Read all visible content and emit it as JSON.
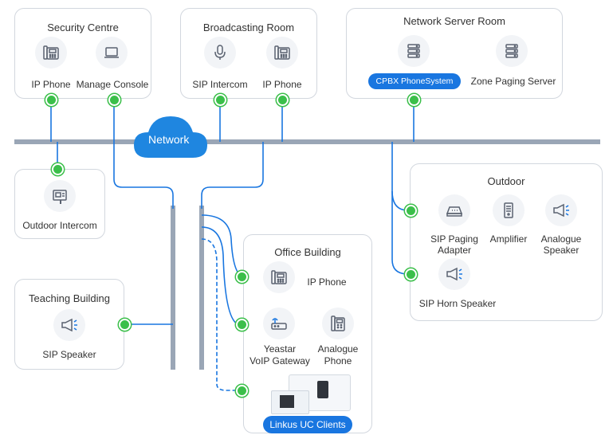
{
  "panels": {
    "security_centre": {
      "title": "Security Centre",
      "ip_phone": "IP Phone",
      "manage_console": "Manage Console"
    },
    "broadcasting_room": {
      "title": "Broadcasting Room",
      "sip_intercom": "SIP Intercom",
      "ip_phone": "IP Phone"
    },
    "network_server_room": {
      "title": "Network Server Room",
      "cpbx": "CPBX PhoneSystem",
      "zone_paging": "Zone Paging Server"
    },
    "outdoor_intercom": {
      "label": "Outdoor Intercom"
    },
    "teaching_building": {
      "title": "Teaching Building",
      "sip_speaker": "SIP Speaker"
    },
    "office_building": {
      "title": "Office Building",
      "ip_phone": "IP Phone",
      "gateway_line1": "Yeastar",
      "gateway_line2": "VoIP Gateway",
      "analogue_line1": "Analogue",
      "analogue_line2": "Phone",
      "linkus": "Linkus UC Clients"
    },
    "outdoor": {
      "title": "Outdoor",
      "paging_line1": "SIP Paging",
      "paging_line2": "Adapter",
      "amplifier": "Amplifier",
      "analogue_speaker_line1": "Analogue",
      "analogue_speaker_line2": "Speaker",
      "horn": "SIP Horn Speaker"
    }
  },
  "network": {
    "label": "Network"
  },
  "colors": {
    "line": "#9aa6b6",
    "node": "#3bbf4a",
    "link": "#1976e0",
    "accent": "#1976e0",
    "cloud": "#1f86e0",
    "icon": "#5a6270"
  }
}
